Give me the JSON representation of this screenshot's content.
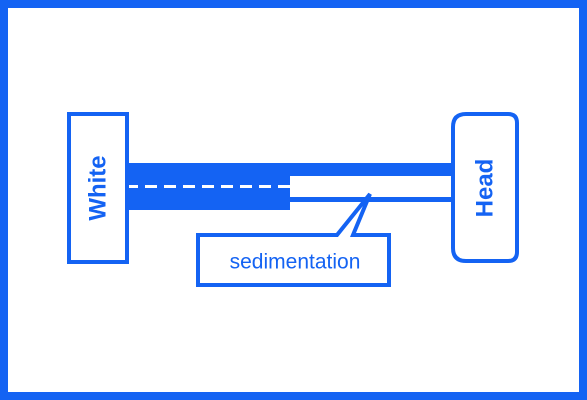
{
  "diagram": {
    "left_label": "White",
    "right_label": "Head",
    "callout_label": "sedimentation"
  },
  "colors": {
    "stroke": "#1463f3",
    "background": "#ffffff"
  }
}
